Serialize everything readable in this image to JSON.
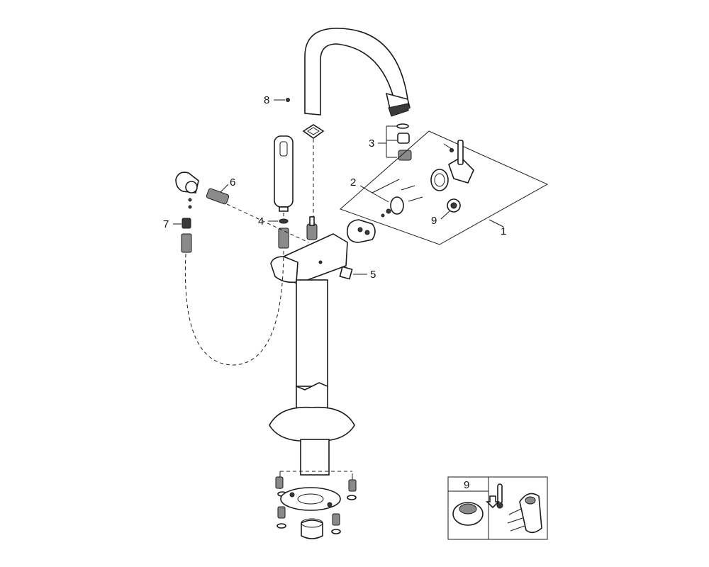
{
  "callouts": {
    "c1": "1",
    "c2": "2",
    "c3": "3",
    "c4": "4",
    "c5": "5",
    "c6": "6",
    "c7": "7",
    "c8": "8",
    "c9": "9"
  },
  "inset": {
    "part_label": "9"
  },
  "icons": [
    "thermometer-icon",
    "down-arrow-icon",
    "lever-handle-icon",
    "cartridge-icon"
  ]
}
